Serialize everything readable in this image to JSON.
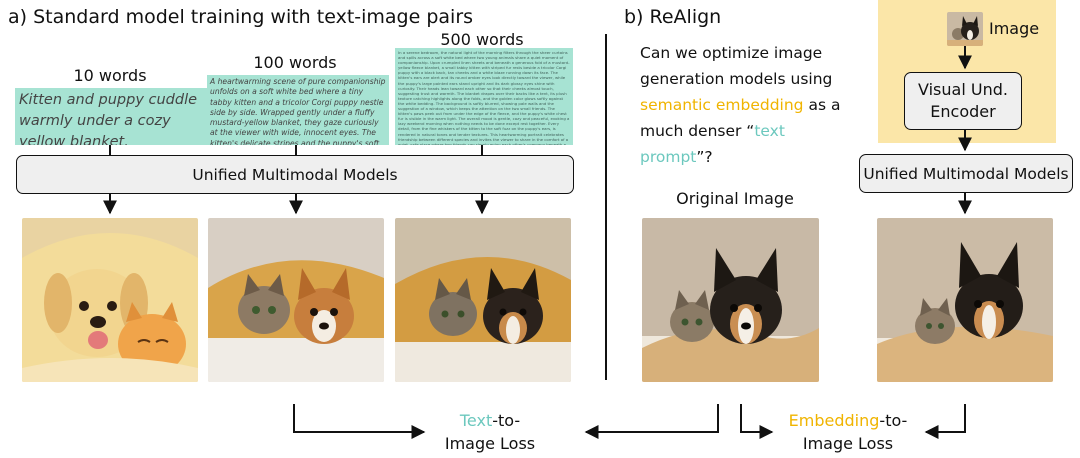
{
  "panel_a": {
    "title": "a)  Standard model training with text-image pairs",
    "label_10": "10 words",
    "label_100": "100 words",
    "label_500": "500 words",
    "text_10": "Kitten and puppy cuddle warmly under a cozy yellow blanket.",
    "text_100": "A heartwarming scene of pure companionship unfolds on a soft white bed where a tiny tabby kitten and a tricolor Corgi puppy nestle side by side. Wrapped gently under a fluffy mustard-yellow blanket, they gaze curiously at the viewer with wide, innocent eyes. The kitten's delicate stripes and the puppy's soft fur blend harmoniously under the golden tones of the blanket, creating a tender atmosphere filled with comfort and warmth. Their small heads rest close, touching lightly, as if they've found solace in each other's presence. The peaceful bedroom backdrop adds a serene touch to this moment of affection.",
    "text_500": "In a serene bedroom, the natural light of the morning filters through the sheer curtains and spills across a soft white bed where two young animals share a quiet moment of companionship. Upon crumpled linen sheets and beneath a generous fold of a mustard-yellow fleece blanket, a small tabby kitten with striped fur rests beside a tricolor Corgi puppy with a black back, tan cheeks and a white blaze running down its face. The kitten's ears are alert and its round amber eyes look directly toward the viewer, while the puppy's large pointed ears stand upright and its dark glossy eyes shine with curiosity. Their heads lean toward each other so that their cheeks almost touch, suggesting trust and warmth. The blanket drapes over their backs like a tent, its plush texture catching highlights along the folds, and the golden color glows softly against the white bedding. The background is softly blurred, showing pale walls and the suggestion of a window, which keeps the attention on the two small friends. The kitten's paws peek out from under the edge of the fleece, and the puppy's white chest fur is visible in the warm light. The overall mood is gentle, cozy and peaceful, evoking a lazy weekend morning when nothing needs to be done except rest together. Every detail, from the fine whiskers of the kitten to the soft fuzz on the puppy's ears, is rendered in natural tones and tender textures. This heartwarming portrait celebrates friendship between different species and invites the viewer to share in the comfort of a quiet, safe place where two friends can simply enjoy each other's company beneath a favorite blanket.",
    "unified_label": "Unified Multimodal Models"
  },
  "panel_b": {
    "title": "b) ReAlign",
    "question_pre": "Can we optimize image generation models using ",
    "question_highlight": "semantic embedding",
    "question_mid": " as a much denser “",
    "question_tp": "text prompt",
    "question_post": "”?",
    "original_image_label": "Original Image",
    "image_label": "Image",
    "encoder_label_line1": "Visual Und.",
    "encoder_label_line2": "Encoder",
    "unified_label": "Unified Multimodal Models"
  },
  "losses": {
    "text_loss_highlight": "Text",
    "text_loss_rest1": "-to-",
    "text_loss_line2": "Image Loss",
    "emb_loss_highlight": "Embedding",
    "emb_loss_rest1": "-to-",
    "emb_loss_line2": "Image Loss"
  },
  "colors": {
    "text_box": "#a7e3d3",
    "text_highlight": "#6cc8be",
    "embedding_highlight": "#f0b400",
    "encoder_panel": "#fbe6a8",
    "model_box": "#efefef"
  }
}
